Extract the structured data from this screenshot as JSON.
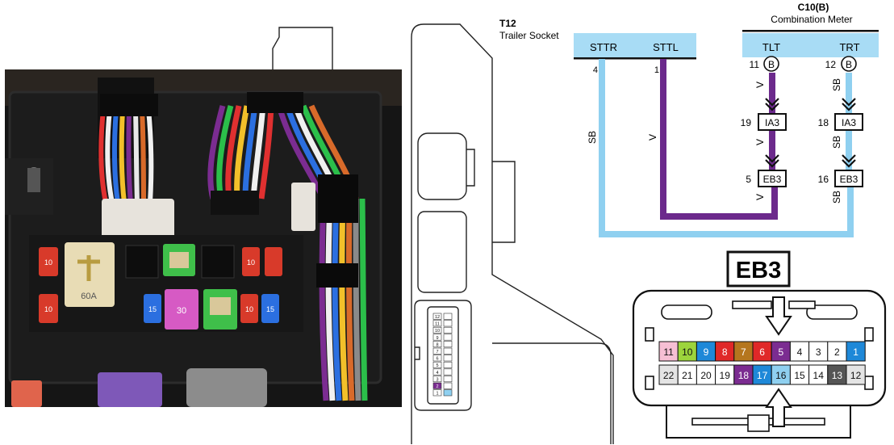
{
  "header": {
    "connector_left_id": "T12",
    "connector_left_name": "Trailer Socket",
    "connector_right_id": "C10(B)",
    "connector_right_name": "Combination Meter"
  },
  "left_terminals": [
    {
      "name": "STTR",
      "pin": "4",
      "wire": "SB"
    },
    {
      "name": "STTL",
      "pin": "1",
      "wire": "V"
    }
  ],
  "right_terminals": [
    {
      "name": "TLT",
      "pin": "11",
      "ground": "B",
      "wire": "V",
      "junctions": [
        {
          "pin": "19",
          "label": "IA3"
        },
        {
          "pin": "5",
          "label": "EB3"
        }
      ]
    },
    {
      "name": "TRT",
      "pin": "12",
      "ground": "B",
      "wire": "SB",
      "junctions": [
        {
          "pin": "18",
          "label": "IA3"
        },
        {
          "pin": "16",
          "label": "EB3"
        }
      ]
    }
  ],
  "colors": {
    "header_bar": "#a8dcf5",
    "wire_sb": "#8fd0f0",
    "wire_v": "#6c2a8c"
  },
  "eb3": {
    "title": "EB3",
    "top_row": [
      {
        "n": "11",
        "color": "#f6bfd4",
        "text": "#111111"
      },
      {
        "n": "10",
        "color": "#9cd43c",
        "text": "#111111"
      },
      {
        "n": "9",
        "color": "#1e88d8",
        "text": "#ffffff"
      },
      {
        "n": "8",
        "color": "#e02828",
        "text": "#ffffff"
      },
      {
        "n": "7",
        "color": "#b5761e",
        "text": "#ffffff"
      },
      {
        "n": "6",
        "color": "#e02828",
        "text": "#ffffff"
      },
      {
        "n": "5",
        "color": "#7b2c91",
        "text": "#ffffff"
      },
      {
        "n": "4",
        "color": "#ffffff",
        "text": "#111111"
      },
      {
        "n": "3",
        "color": "#ffffff",
        "text": "#111111"
      },
      {
        "n": "2",
        "color": "#ffffff",
        "text": "#111111"
      },
      {
        "n": "1",
        "color": "#1e88d8",
        "text": "#ffffff"
      }
    ],
    "bottom_row": [
      {
        "n": "22",
        "color": "#e4e4e4",
        "text": "#111111"
      },
      {
        "n": "21",
        "color": "#ffffff",
        "text": "#111111"
      },
      {
        "n": "20",
        "color": "#ffffff",
        "text": "#111111"
      },
      {
        "n": "19",
        "color": "#ffffff",
        "text": "#111111"
      },
      {
        "n": "18",
        "color": "#7b2c91",
        "text": "#ffffff"
      },
      {
        "n": "17",
        "color": "#1e88d8",
        "text": "#ffffff"
      },
      {
        "n": "16",
        "color": "#8fd0f0",
        "text": "#111111"
      },
      {
        "n": "15",
        "color": "#ffffff",
        "text": "#111111"
      },
      {
        "n": "14",
        "color": "#ffffff",
        "text": "#111111"
      },
      {
        "n": "13",
        "color": "#555555",
        "text": "#ffffff"
      },
      {
        "n": "12",
        "color": "#e4e4e4",
        "text": "#111111"
      }
    ]
  },
  "fuse_labels": [
    "10",
    "10",
    "60A",
    "15",
    "30",
    "10",
    "10",
    "15"
  ],
  "socket_pin_labels": [
    "12",
    "11",
    "10",
    "9",
    "8",
    "7",
    "6",
    "5",
    "4",
    "3",
    "2",
    "1"
  ]
}
